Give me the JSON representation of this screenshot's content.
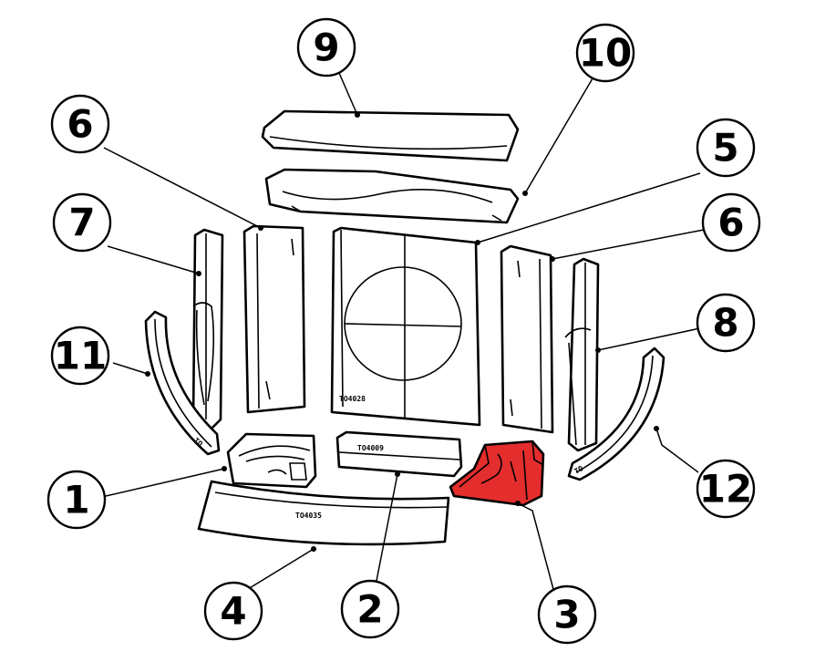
{
  "diagram": {
    "callouts": [
      {
        "id": "c9",
        "label": "9"
      },
      {
        "id": "c10",
        "label": "10"
      },
      {
        "id": "c6a",
        "label": "6"
      },
      {
        "id": "c5",
        "label": "5"
      },
      {
        "id": "c7",
        "label": "7"
      },
      {
        "id": "c6b",
        "label": "6"
      },
      {
        "id": "c8",
        "label": "8"
      },
      {
        "id": "c11",
        "label": "11"
      },
      {
        "id": "c1",
        "label": "1"
      },
      {
        "id": "c12",
        "label": "12"
      },
      {
        "id": "c4",
        "label": "4"
      },
      {
        "id": "c2",
        "label": "2"
      },
      {
        "id": "c3",
        "label": "3"
      }
    ],
    "highlight_color": "#e42d2d"
  }
}
